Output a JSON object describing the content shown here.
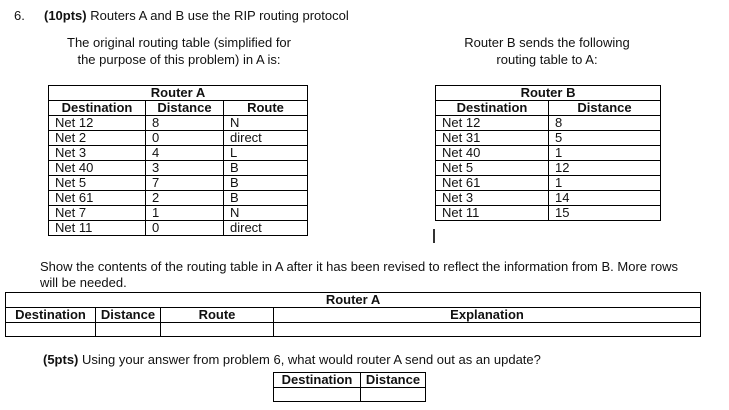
{
  "question": {
    "number": "6.",
    "points_label": "(10pts)",
    "text": " Routers A and B use the RIP routing protocol"
  },
  "intro_left": {
    "line1": "The original routing table (simplified for",
    "line2": "the purpose of this problem) in A is:"
  },
  "intro_right": {
    "line1": "Router B sends the following",
    "line2": "routing table to A:"
  },
  "router_a_table": {
    "title": "Router A",
    "headers": [
      "Destination",
      "Distance",
      "Route"
    ],
    "rows": [
      [
        "Net 12",
        "8",
        "N"
      ],
      [
        "Net 2",
        "0",
        "direct"
      ],
      [
        "Net 3",
        "4",
        "L"
      ],
      [
        "Net 40",
        "3",
        "B"
      ],
      [
        "Net 5",
        "7",
        "B"
      ],
      [
        "Net 61",
        "2",
        "B"
      ],
      [
        "Net 7",
        "1",
        "N"
      ],
      [
        "Net 11",
        "0",
        "direct"
      ]
    ]
  },
  "router_b_table": {
    "title": "Router B",
    "headers": [
      "Destination",
      "Distance"
    ],
    "rows": [
      [
        "Net 12",
        "8"
      ],
      [
        "Net 31",
        "5"
      ],
      [
        "Net 40",
        "1"
      ],
      [
        "Net 5",
        "12"
      ],
      [
        "Net 61",
        "1"
      ],
      [
        "Net 3",
        "14"
      ],
      [
        "Net 11",
        "15"
      ]
    ]
  },
  "instruction": {
    "line1": "Show the contents of the routing table in A after it has been revised to reflect the information from B. More rows",
    "line2": "will be needed."
  },
  "answer_table": {
    "title": "Router A",
    "headers": [
      "Destination",
      "Distance",
      "Route",
      "Explanation"
    ],
    "rows": [
      [
        "",
        "",
        "",
        ""
      ]
    ]
  },
  "subquestion": {
    "points_label": "(5pts)",
    "text": " Using your answer from problem 6, what would router A send out as an update?"
  },
  "update_table": {
    "headers": [
      "Destination",
      "Distance"
    ],
    "rows": [
      [
        "",
        ""
      ]
    ]
  }
}
